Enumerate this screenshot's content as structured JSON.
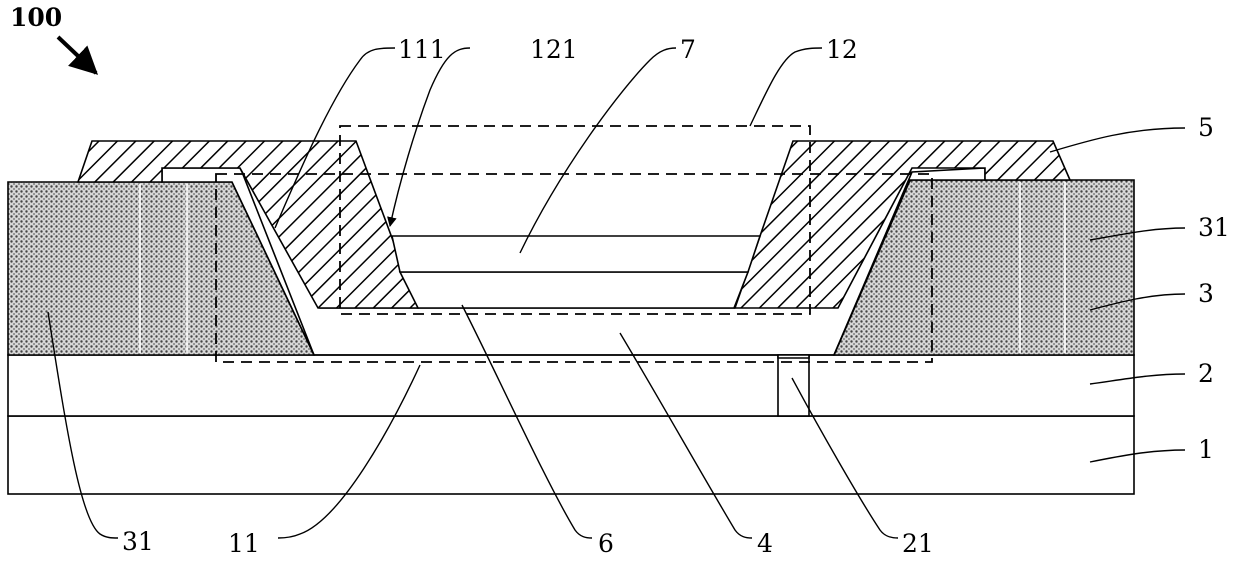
{
  "figure": {
    "ref_label": "100",
    "labels": {
      "l111": "111",
      "l121": "121",
      "l7": "7",
      "l12": "12",
      "l5": "5",
      "l31_right": "31",
      "l3": "3",
      "l2": "2",
      "l1": "1",
      "l31_left": "31",
      "l11": "11",
      "l6": "6",
      "l4": "4",
      "l21": "21"
    }
  }
}
